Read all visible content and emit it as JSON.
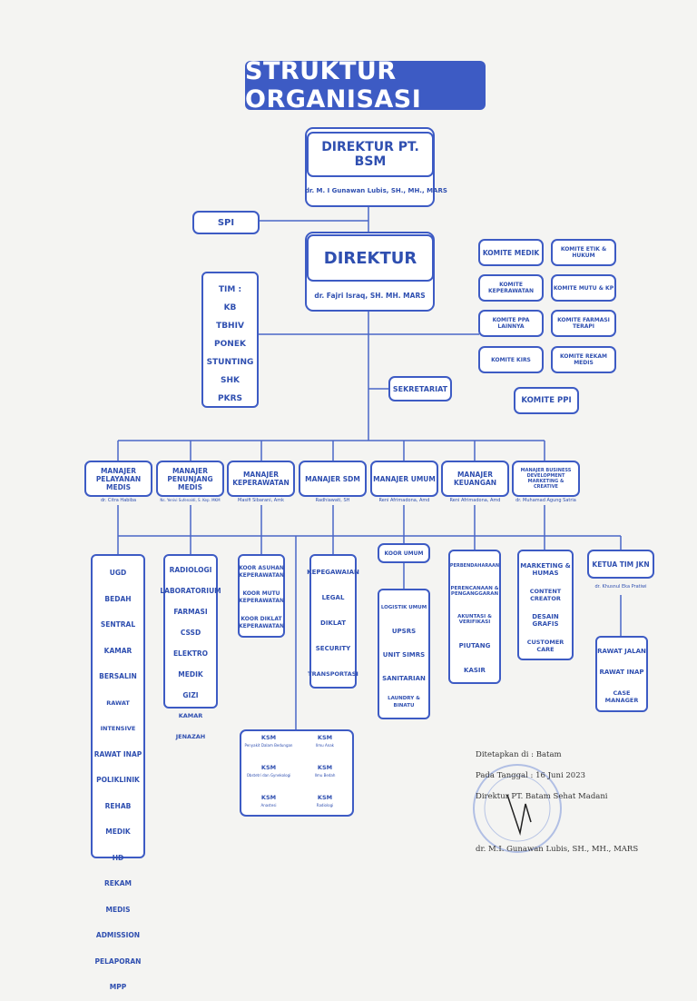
{
  "title": "STRUKTUR ORGANISASI",
  "direktur_pt": {
    "title": "DIREKTUR PT. BSM",
    "name": "dr. M. I Gunawan Lubis, SH., MH., MARS"
  },
  "spi": "SPI",
  "direktur": {
    "title": "DIREKTUR",
    "name": "dr. Fajri Israq, SH. MH. MARS"
  },
  "tim": {
    "label": "TIM :",
    "items": [
      "KB",
      "TBHIV",
      "PONEK",
      "STUNTING",
      "SHK",
      "PKRS"
    ]
  },
  "komite": [
    "KOMITE MEDIK",
    "KOMITE ETIK & HUKUM",
    "KOMITE KEPERAWATAN",
    "KOMITE MUTU & KP",
    "KOMITE PPA LAINNYA",
    "KOMITE FARMASI TERAPI",
    "KOMITE KIRS",
    "KOMITE REKAM MEDIS"
  ],
  "komite_ppi": "KOMITE PPI",
  "sekretariat": "SEKRETARIAT",
  "managers": [
    {
      "title": "MANAJER PELAYANAN MEDIS",
      "name": "dr. Citra Habiba"
    },
    {
      "title": "MANAJER PENUNJANG MEDIS",
      "name": "Ns. Yenivi Sufenaldi, S. Kep. MKM"
    },
    {
      "title": "MANAJER KEPERAWATAN",
      "name": "Masifi Sibarani, Amk"
    },
    {
      "title": "MANAJER SDM",
      "name": "Radhiawati, SH"
    },
    {
      "title": "MANAJER UMUM",
      "name": "Reni Afrimadona, Amd"
    },
    {
      "title": "MANAJER KEUANGAN",
      "name": "Reni Afrimadona, Amd"
    },
    {
      "title": "MANAJER BUSINESS DEVELOPMENT MARKETING & CREATIVE",
      "name": "dr. Muhamad Agung Satria"
    }
  ],
  "pelayanan_units": [
    "UGD",
    "BEDAH SENTRAL",
    "KAMAR BERSALIN",
    "RAWAT INTENSIVE",
    "RAWAT INAP",
    "POLIKLINIK",
    "REHAB MEDIK",
    "HD",
    "REKAM MEDIS",
    "ADMISSION",
    "PELAPORAN",
    "MPP"
  ],
  "penunjang_units": [
    "RADIOLOGI",
    "LABORATORIUM",
    "FARMASI",
    "CSSD",
    "ELEKTRO MEDIK",
    "GIZI",
    "KAMAR JENAZAH"
  ],
  "keperawatan_units": [
    "KOOR ASUHAN KEPERAWATAN",
    "KOOR MUTU KEPERAWATAN",
    "KOOR DIKLAT KEPERAWATAN"
  ],
  "sdm_units": [
    "KEPEGAWAIAN",
    "LEGAL",
    "DIKLAT",
    "SECURITY",
    "TRANSPORTASI"
  ],
  "koor_umum": "KOOR UMUM",
  "umum_units": [
    "LOGISTIK UMUM",
    "UPSRS",
    "UNIT SIMRS",
    "SANITARIAN",
    "LAUNDRY & BINATU"
  ],
  "keuangan_units": [
    "PERBENDAHARAAN",
    "PERENCANAAN & PENGANGGARAN",
    "AKUNTASI & VERIFIKASI",
    "PIUTANG",
    "KASIR"
  ],
  "marketing_units": [
    "MARKETING & HUMAS",
    "CONTENT CREATOR",
    "DESAIN GRAFIS",
    "CUSTOMER CARE"
  ],
  "ketua_jkn": {
    "title": "KETUA TIM JKN",
    "name": "dr. Khusnul Eka Pratiwi"
  },
  "jkn_units": [
    "RAWAT JALAN",
    "RAWAT INAP",
    "CASE MANAGER"
  ],
  "ksm": [
    {
      "label": "KSM",
      "sub": "Penyakit Dalam Bedungan"
    },
    {
      "label": "KSM",
      "sub": "Ilmu Anak"
    },
    {
      "label": "KSM",
      "sub": "Obstetri dan Gynekologi"
    },
    {
      "label": "KSM",
      "sub": "Ilmu Bedah"
    },
    {
      "label": "KSM",
      "sub": "Anastesi"
    },
    {
      "label": "KSM",
      "sub": "Radiologi"
    }
  ],
  "signature": {
    "line1": "Ditetapkan di    : Batam",
    "line2": "Pada Tanggal      : 16 Juni 2023",
    "line3": "Direktur PT. Batam Sehat Madani",
    "name": "dr. M.I. Gunawan Lubis, SH., MH., MARS"
  },
  "colors": {
    "primary": "#3d5bc4",
    "text": "#2f4fb0"
  }
}
